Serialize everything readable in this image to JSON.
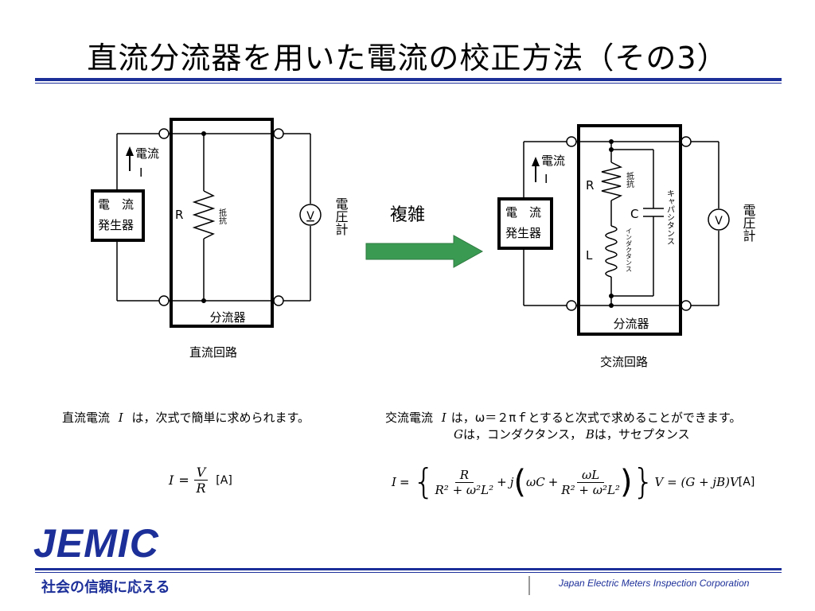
{
  "title": "直流分流器を用いた電流の校正方法（その3）",
  "left_circuit": {
    "current_label": "電流",
    "current_symbol": "I",
    "source_line1": "電　流",
    "source_line2": "発生器",
    "resistor_symbol": "R",
    "resistor_label": "抵抗",
    "voltmeter_symbol": "V",
    "voltmeter_label": "電圧計",
    "shunt_label": "分流器",
    "caption": "直流回路"
  },
  "arrow_label": "複雑",
  "right_circuit": {
    "current_label": "電流",
    "current_symbol": "I",
    "source_line1": "電　流",
    "source_line2": "発生器",
    "resistor_symbol": "R",
    "resistor_label": "抵抗",
    "capacitor_symbol": "C",
    "capacitance_label": "キャパシタンス",
    "inductor_symbol": "L",
    "inductance_label": "インダクタンス",
    "voltmeter_symbol": "V",
    "voltmeter_label": "電圧計",
    "shunt_label": "分流器",
    "caption": "交流回路"
  },
  "dc_text": {
    "pre": "直流電流",
    "var": "I",
    "post": "は，次式で簡単に求められます。"
  },
  "ac_text": {
    "line1_pre": "交流電流",
    "line1_var": "I",
    "line1_post": "は，ω＝２πｆとすると次式で求めることができます。",
    "line2_g": "G",
    "line2_mid": "は，コンダクタンス，",
    "line2_b": "B",
    "line2_post": "は，サセプタンス"
  },
  "dc_formula": {
    "lhs": "I",
    "eq": "=",
    "num": "V",
    "den": "R",
    "unit": "[A]"
  },
  "ac_formula": {
    "lhs": "I",
    "eq": "=",
    "r_num": "R",
    "r_den": "R² + ω²L²",
    "plus": "+",
    "j": "j",
    "wc": "ωC",
    "plus2": "+",
    "wl_num": "ωL",
    "wl_den": "R² + ω²L²",
    "tail": "V = (G + jB)V",
    "unit": "[A]"
  },
  "footer": {
    "logo": "JEMIC",
    "slogan": "社会の信頼に応える",
    "company": "Japan Electric Meters Inspection Corporation"
  },
  "colors": {
    "brand": "#1c2f99",
    "arrow_fill": "#3a9a52"
  }
}
